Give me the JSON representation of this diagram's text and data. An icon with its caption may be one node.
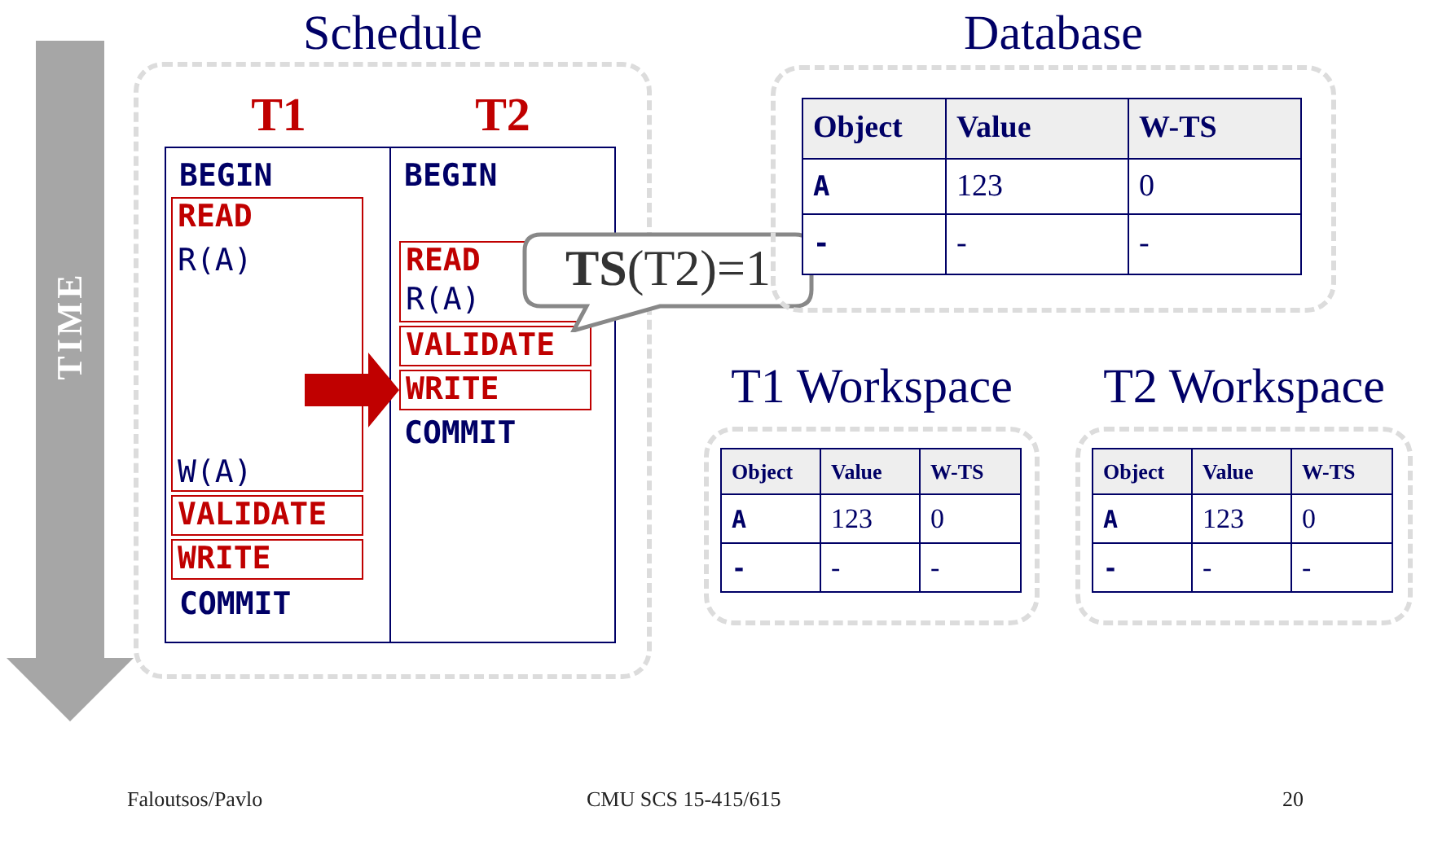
{
  "diagram": {
    "nodes": [
      {
        "text": [
          "Schedule"
        ]
      },
      {
        "text": [
          "T1",
          "BEGIN",
          "COMMIT"
        ],
        "in": 0
      },
      {
        "text": [
          "READ",
          "R(A)",
          "W(A)"
        ],
        "in": 1
      },
      {
        "text": [
          "VALIDATE"
        ],
        "in": 1
      },
      {
        "text": [
          "WRITE"
        ],
        "in": 1
      },
      {
        "text": [
          "T2",
          "BEGIN",
          "COMMIT"
        ],
        "in": 0
      },
      {
        "text": [
          "READ",
          "R(A)"
        ],
        "in": 5
      },
      {
        "text": [
          "VALIDATE"
        ],
        "in": 5
      },
      {
        "text": [
          "WRITE"
        ],
        "in": 5
      },
      {
        "text": [
          "**TS**(T2)=1"
        ]
      },
      {
        "text": [
          "Database"
        ]
      },
      {
        "text": [
          "T1 Workspace"
        ]
      },
      {
        "text": [
          "T2 Workspace"
        ]
      }
    ],
    "edges": [
      {
        "from": 2,
        "to": 8,
        "arrow": "to"
      }
    ],
    "labels": [
      "Object",
      "Value",
      "W-TS",
      "A",
      "123",
      "0",
      "-",
      "-",
      "-",
      "TIME",
      "Object",
      "Value",
      "W-TS",
      "A",
      "123",
      "0",
      "-",
      "-",
      "-",
      "Object",
      "Value",
      "W-TS",
      "A",
      "123",
      "0",
      "-",
      "-",
      "-",
      "Faloutsos/Pavlo",
      "CMU SCS 15-415/615",
      "20"
    ]
  }
}
